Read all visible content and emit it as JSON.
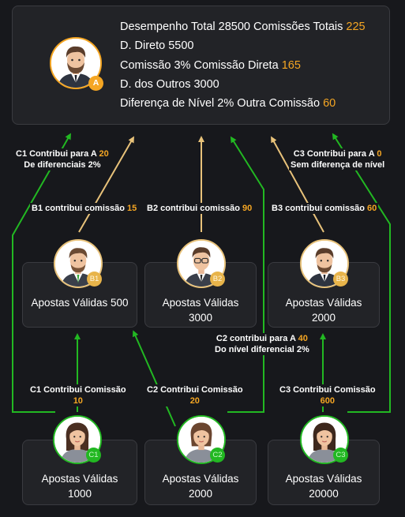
{
  "summary": {
    "line1_text": "Desempenho Total 28500 Comissões Totais",
    "line1_value": "225",
    "line2_text": "D. Direto 5500",
    "line3_text": "Comissão 3% Comissão Direta",
    "line3_value": "165",
    "line4_text": "D. dos Outros 3000",
    "line5_text": "Diferença de Nível 2% Outra Comissão",
    "line5_value": "60",
    "avatar_badge": "A"
  },
  "level_b": [
    {
      "badge": "B1",
      "label": "Apostas Válidas",
      "value": "500",
      "contrib_text": "B1 contribui comissão",
      "contrib_value": "15"
    },
    {
      "badge": "B2",
      "label": "Apostas Válidas",
      "value": "3000",
      "contrib_text": "B2 contribui comissão",
      "contrib_value": "90"
    },
    {
      "badge": "B3",
      "label": "Apostas Válidas",
      "value": "2000",
      "contrib_text": "B3 contribui comissão",
      "contrib_value": "60"
    }
  ],
  "level_c": [
    {
      "badge": "C1",
      "label": "Apostas Válidas",
      "value": "1000",
      "contrib_text": "C1 Contribui Comissão",
      "contrib_value": "10"
    },
    {
      "badge": "C2",
      "label": "Apostas Válidas",
      "value": "2000",
      "contrib_text": "C2 Contribui Comissão",
      "contrib_value": "20"
    },
    {
      "badge": "C3",
      "label": "Apostas Válidas",
      "value": "20000",
      "contrib_text": "C3 Contribui Comissão",
      "contrib_value": "600"
    }
  ],
  "diff_notes": {
    "c1": {
      "line1_text": "C1 Contribui para A",
      "line1_value": "20",
      "line2": "De diferenciais 2%"
    },
    "c2": {
      "line1_text": "C2 contribui para A",
      "line1_value": "40",
      "line2": "Do nível diferencial 2%"
    },
    "c3": {
      "line1_text": "C3 Contribui para A",
      "line1_value": "0",
      "line2": "Sem diferença de nível"
    }
  },
  "colors": {
    "orange": "#f5a623",
    "green": "#22b822",
    "arrow_b": "#e8c27a",
    "background": "#17181c",
    "card": "#222327"
  },
  "icons": {
    "a_avatar": "man-beard-avatar-icon",
    "b_avatar": "man-avatar-icon",
    "c_avatar": "woman-avatar-icon"
  }
}
